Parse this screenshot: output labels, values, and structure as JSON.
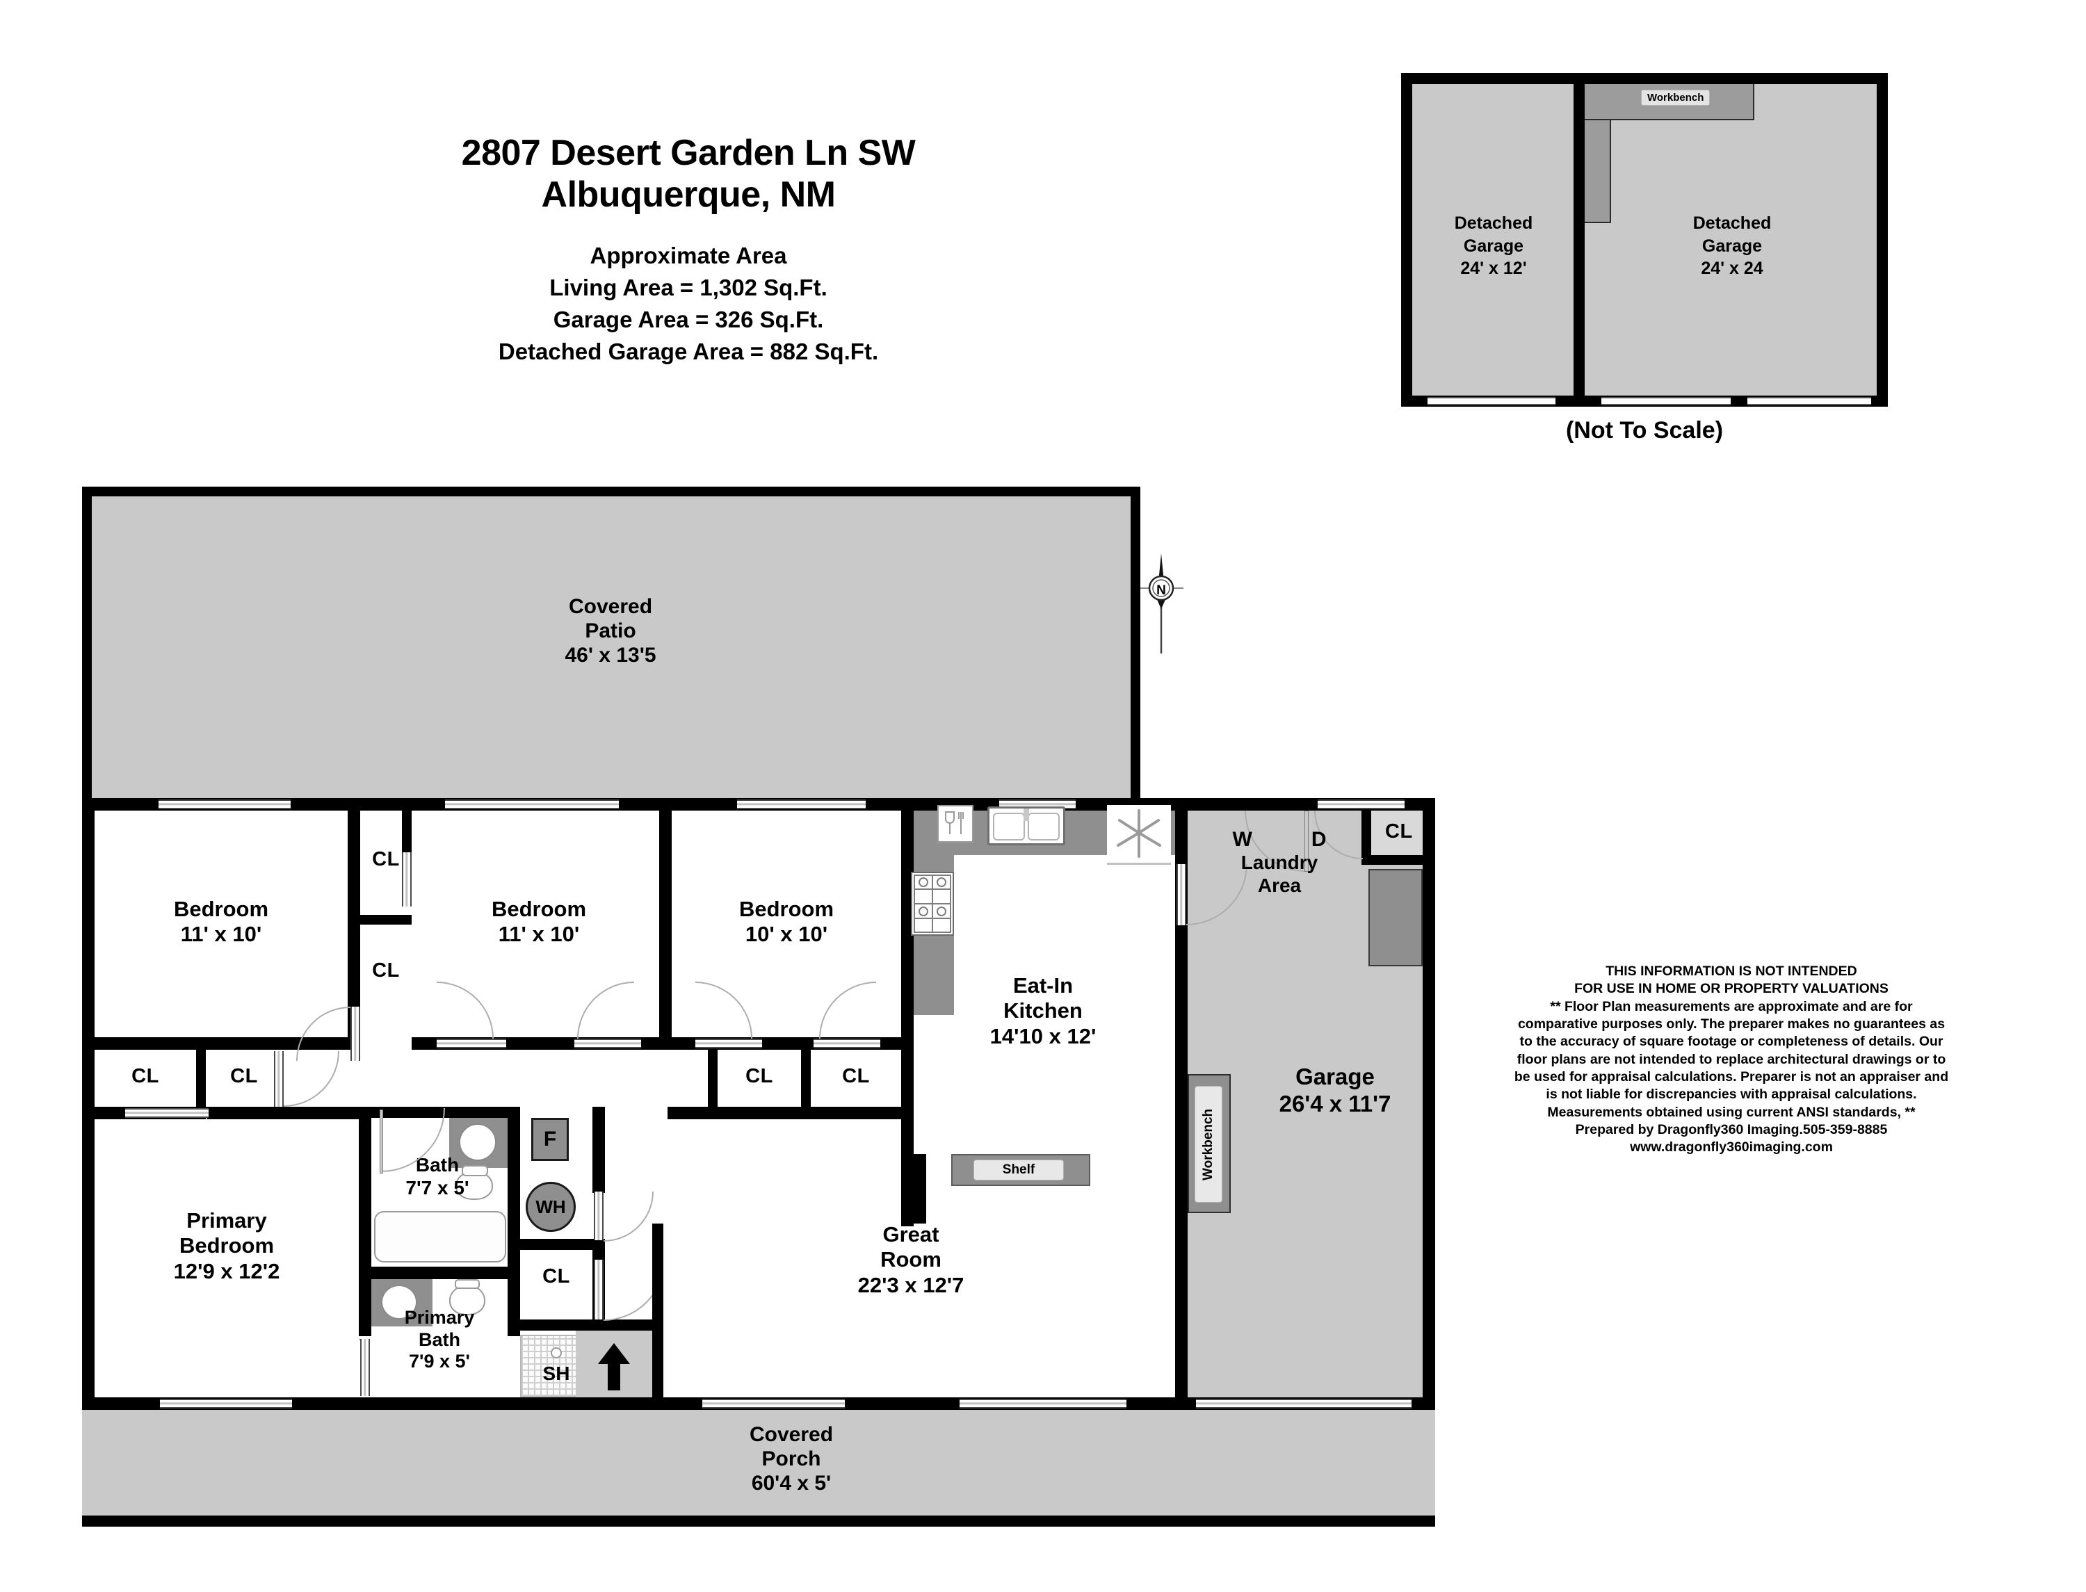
{
  "title": {
    "address_line1": "2807 Desert Garden Ln SW",
    "address_line2": "Albuquerque, NM",
    "area_heading": "Approximate Area",
    "living_area": "Living Area = 1,302 Sq.Ft.",
    "garage_area": "Garage Area = 326 Sq.Ft.",
    "detached_garage_area": "Detached Garage Area = 882 Sq.Ft."
  },
  "detached_garage": {
    "left": {
      "name": "Detached\nGarage",
      "line1": "Detached",
      "line2": "Garage",
      "dims": "24' x 12'"
    },
    "right": {
      "line1": "Detached",
      "line2": "Garage",
      "dims": "24' x 24"
    },
    "workbench_label": "Workbench",
    "not_to_scale": "(Not To Scale)"
  },
  "compass": {
    "north_label": "N"
  },
  "rooms": {
    "covered_patio": {
      "line1": "Covered",
      "line2": "Patio",
      "dims": "46' x 13'5"
    },
    "bedroom_1": {
      "line1": "Bedroom",
      "dims": "11' x 10'"
    },
    "bedroom_2": {
      "line1": "Bedroom",
      "dims": "11' x 10'"
    },
    "bedroom_3": {
      "line1": "Bedroom",
      "dims": "10' x 10'"
    },
    "eat_in_kitchen": {
      "line1": "Eat-In",
      "line2": "Kitchen",
      "dims": "14'10 x 12'"
    },
    "laundry_area": {
      "line1": "Laundry",
      "line2": "Area",
      "washer": "W",
      "dryer": "D"
    },
    "garage": {
      "line1": "Garage",
      "dims": "26'4 x 11'7"
    },
    "primary_bedroom": {
      "line1": "Primary",
      "line2": "Bedroom",
      "dims": "12'9 x 12'2"
    },
    "bath": {
      "line1": "Bath",
      "dims": "7'7 x 5'"
    },
    "primary_bath": {
      "line1": "Primary",
      "line2": "Bath",
      "dims": "7'9 x 5'"
    },
    "great_room": {
      "line1": "Great",
      "line2": "Room",
      "dims": "22'3 x 12'7"
    },
    "covered_porch": {
      "line1": "Covered",
      "line2": "Porch",
      "dims": "60'4 x 5'"
    }
  },
  "closets": {
    "bed1_bed2_upper": "CL",
    "bed1_bed2_lower": "CL",
    "hall_left_1": "CL",
    "hall_left_2": "CL",
    "hall_mid_1": "CL",
    "hall_mid_2": "CL",
    "garage_cl": "CL",
    "utility_cl": "CL"
  },
  "fixtures": {
    "furnace": "F",
    "water_heater": "WH",
    "shower": "SH",
    "shelf": "Shelf",
    "workbench": "Workbench"
  },
  "disclaimer": {
    "line1": "THIS INFORMATION IS NOT INTENDED",
    "line2": "FOR USE IN HOME OR PROPERTY VALUATIONS",
    "line3": "** Floor Plan measurements are approximate and are for",
    "line4": "comparative purposes only. The preparer makes no guarantees as",
    "line5": "to the accuracy of square footage or completeness of details. Our",
    "line6": "floor plans are not intended to replace architectural drawings or to",
    "line7": "be used for appraisal calculations. Preparer is not an appraiser and",
    "line8": "is not liable for discrepancies with appraisal calculations.",
    "line9": "Measurements obtained using current ANSI standards, **",
    "line10": "Prepared by Dragonfly360 Imaging.505-359-8885",
    "line11": "www.dragonfly360imaging.com"
  },
  "colors": {
    "wall": "#000000",
    "floor_gray": "#c9c9c9",
    "counter_gray": "#8f8f8f",
    "background": "#ffffff"
  }
}
